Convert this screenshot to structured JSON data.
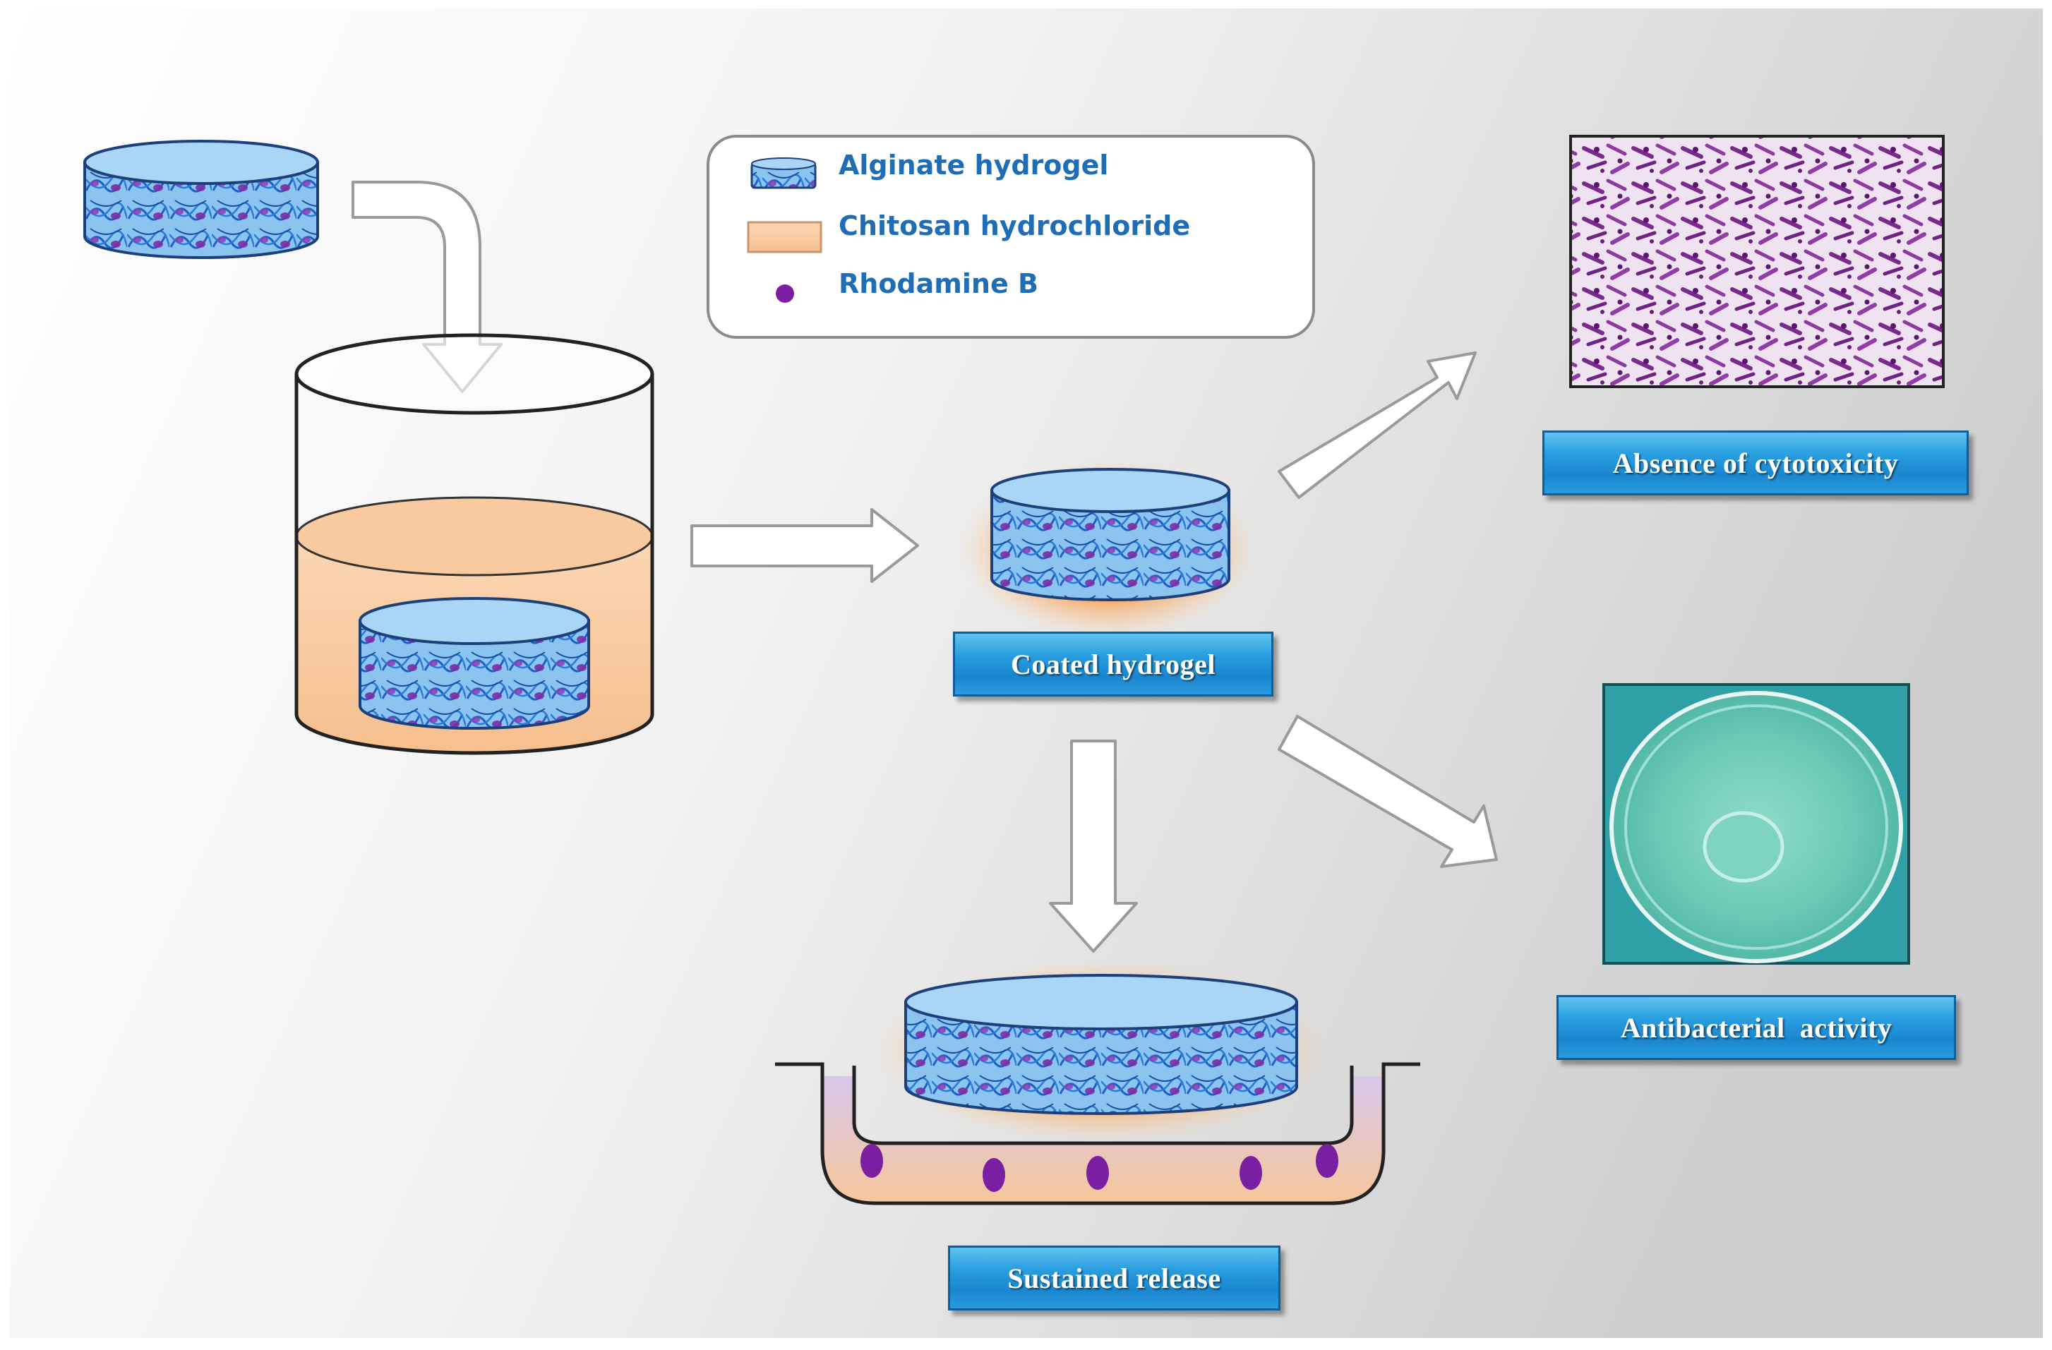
{
  "legend": {
    "items": [
      {
        "label": "Alginate hydrogel",
        "icon": "alginate-hydrogel-icon"
      },
      {
        "label": "Chitosan hydrochloride",
        "icon": "chitosan-swatch-icon"
      },
      {
        "label": "Rhodamine B",
        "icon": "rhodamine-dot-icon"
      }
    ]
  },
  "labels": {
    "coated": "Coated hydrogel",
    "cytotox": "Absence of cytotoxicity",
    "antibac": "Antibacterial  activity",
    "release": "Sustained release"
  },
  "colors": {
    "hydrogel_blue": "#4a90d9",
    "chitosan_orange": "#f8c79a",
    "rhodamine_purple": "#7b1fa2",
    "label_blue": "#1a86cf",
    "legend_text": "#1f6db5"
  }
}
